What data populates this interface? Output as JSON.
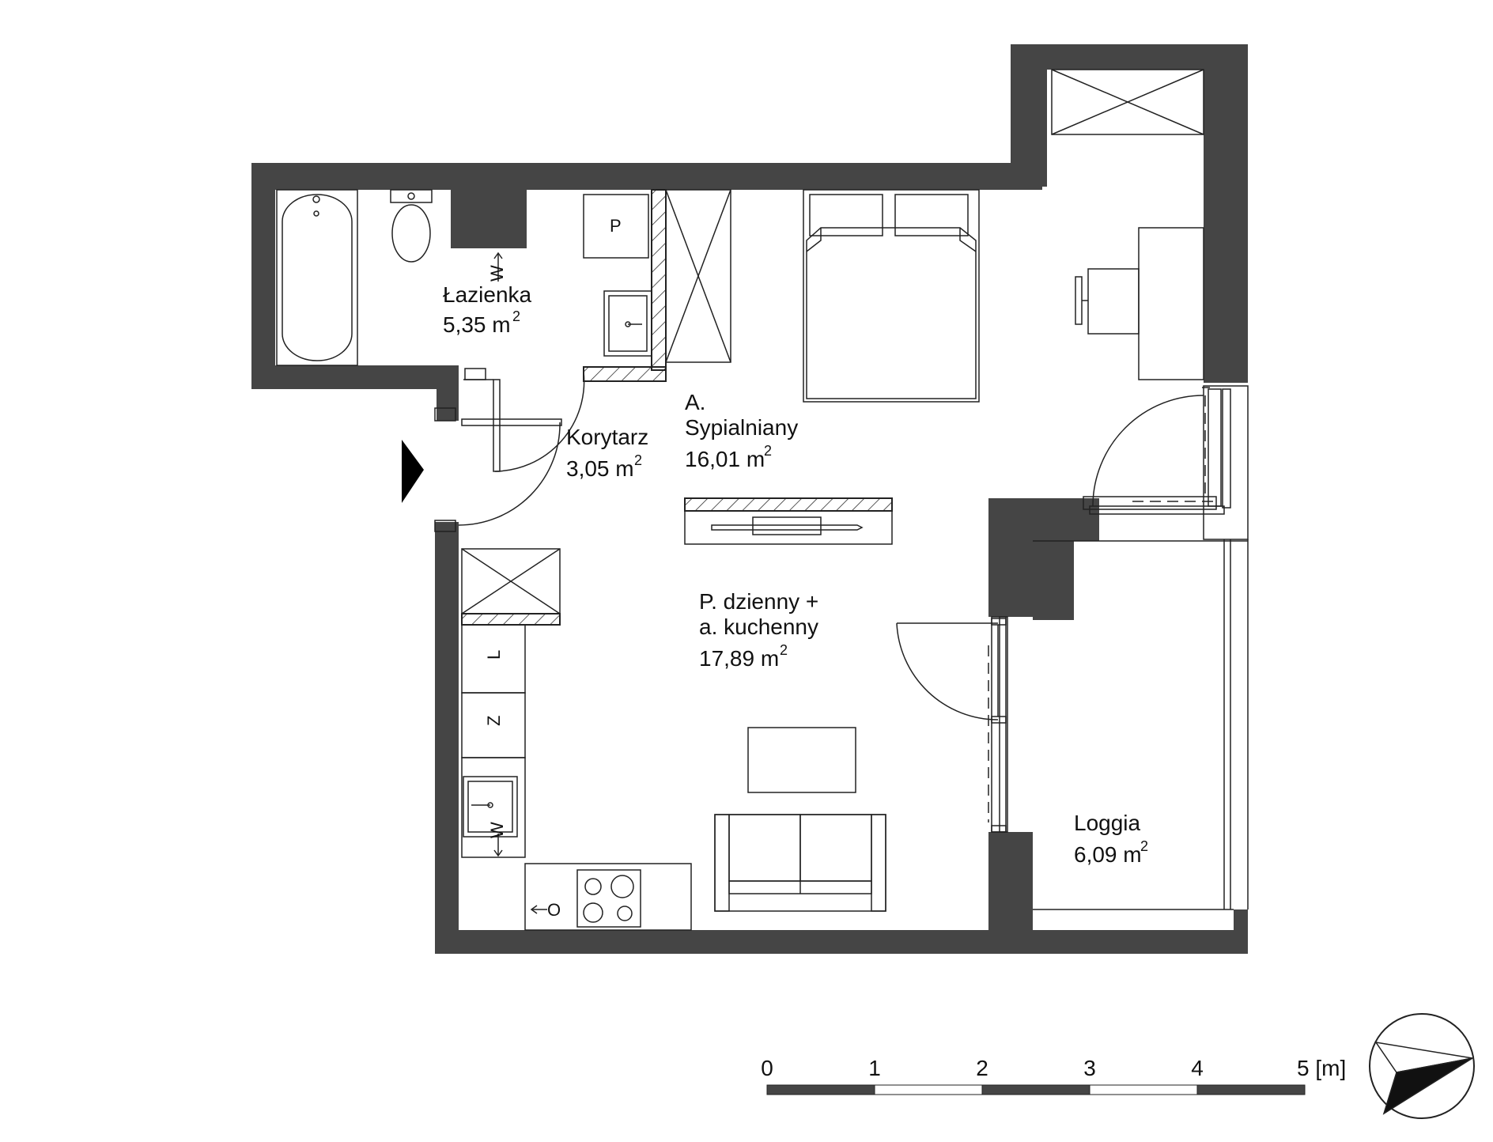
{
  "rooms": [
    {
      "name": "Łazienka",
      "area": "5,35 m",
      "sup": "2"
    },
    {
      "name": "Korytarz",
      "area": "3,05 m",
      "sup": "2"
    },
    {
      "name_line1": "A.",
      "name_line2": "Sypialniany",
      "area": "16,01 m",
      "sup": "2"
    },
    {
      "name_line1": "P. dzienny +",
      "name_line2": "a. kuchenny",
      "area": "17,89 m",
      "sup": "2"
    },
    {
      "name": "Loggia",
      "area": "6,09 m",
      "sup": "2"
    }
  ],
  "fixtures": {
    "washer_label": "P",
    "fridge_label": "L",
    "freezer_label": "Z",
    "vent_bath_label": "W",
    "vent_kitchen_label": "W",
    "hood_label": "O"
  },
  "scale": {
    "ticks": [
      "0",
      "1",
      "2",
      "3",
      "4",
      "5 [m]"
    ]
  },
  "colors": {
    "wall": "#454545",
    "line": "#222222"
  },
  "icons": {
    "entrance": "entrance-arrow-icon",
    "compass": "north-arrow-icon"
  }
}
